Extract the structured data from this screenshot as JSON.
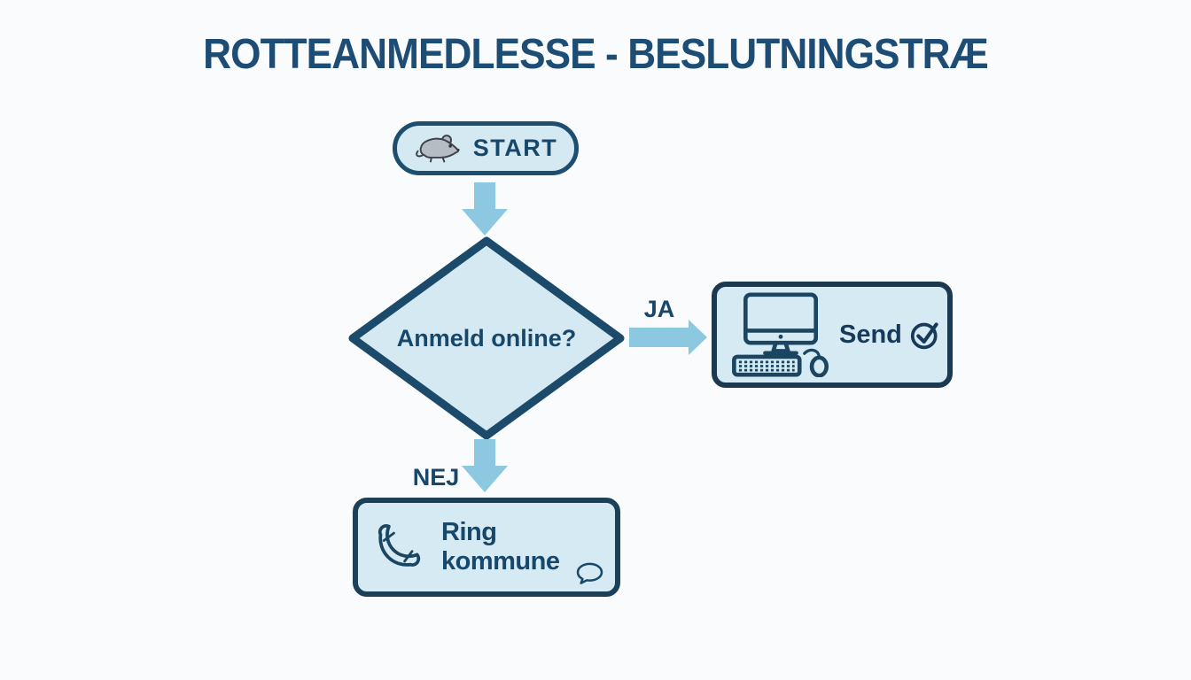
{
  "title": "ROTTEANMEDLESSE - BESLUTNINGSTRÆ",
  "nodes": {
    "start": {
      "label": "START",
      "icon": "rat-icon"
    },
    "decision": {
      "label": "Anmeld online?"
    },
    "online": {
      "label": "Send",
      "icons": [
        "computer-icon",
        "check-circle-icon"
      ]
    },
    "phone": {
      "label": "Ring kommune",
      "icons": [
        "phone-icon",
        "speech-bubble-icon"
      ]
    }
  },
  "edges": {
    "yes": {
      "label": "JA"
    },
    "no": {
      "label": "NEJ"
    }
  },
  "colors": {
    "background": "#fafbfc",
    "node_fill": "#d4e9f2",
    "node_border": "#1d4e70",
    "action_border_dark": "#1b3950",
    "arrow": "#8cc8e0",
    "text": "#17486b",
    "title": "#1d4d74",
    "rat_gray": "#b6bcc4"
  }
}
